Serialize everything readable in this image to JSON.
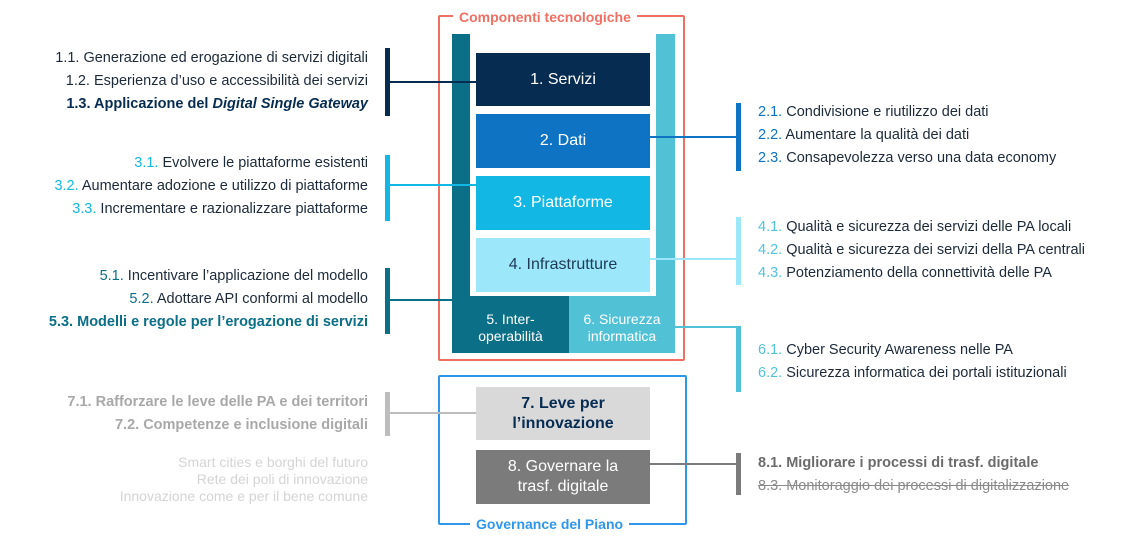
{
  "tech": {
    "title": "Componenti tecnologiche",
    "box1": "1. Servizi",
    "box2": "2. Dati",
    "box3": "3. Piattaforme",
    "box4": "4. Infrastrutture",
    "box5_l1": "5. Inter-",
    "box5_l2": "operabilità",
    "box6_l1": "6. Sicurezza",
    "box6_l2": "informatica"
  },
  "gov": {
    "title": "Governance del Piano",
    "box7_l1": "7. Leve per",
    "box7_l2": "l’innovazione",
    "box8_l1": "8. Governare la",
    "box8_l2": "trasf. digitale"
  },
  "g1": {
    "items": [
      {
        "num": "1.1.",
        "text": "Generazione ed erogazione di servizi digitali"
      },
      {
        "num": "1.2.",
        "text": "Esperienza d’uso e accessibilità dei servizi"
      }
    ],
    "bold_num": "1.3.",
    "bold_text": "Applicazione del",
    "bold_italic": "Digital Single Gateway"
  },
  "g2": {
    "items": [
      {
        "num": "2.1.",
        "text": "Condivisione e riutilizzo dei dati"
      },
      {
        "num": "2.2.",
        "text": "Aumentare la qualità dei dati"
      },
      {
        "num": "2.3.",
        "text": "Consapevolezza verso una data economy"
      }
    ]
  },
  "g3": {
    "items": [
      {
        "num": "3.1.",
        "text": "Evolvere le piattaforme esistenti"
      },
      {
        "num": "3.2.",
        "text": "Aumentare adozione e utilizzo di piattaforme"
      },
      {
        "num": "3.3.",
        "text": "Incrementare e razionalizzare piattaforme"
      }
    ]
  },
  "g4": {
    "items": [
      {
        "num": "4.1.",
        "text": "Qualità e sicurezza dei servizi delle PA locali"
      },
      {
        "num": "4.2.",
        "text": "Qualità e sicurezza dei servizi della PA centrali"
      },
      {
        "num": "4.3.",
        "text": "Potenziamento della connettività delle PA"
      }
    ]
  },
  "g5": {
    "items": [
      {
        "num": "5.1.",
        "text": "Incentivare l’applicazione del modello"
      },
      {
        "num": "5.2.",
        "text": "Adottare API conformi al modello"
      }
    ],
    "bold_num": "5.3.",
    "bold_text": "Modelli e regole per l’erogazione di servizi"
  },
  "g6": {
    "items": [
      {
        "num": "6.1.",
        "text": "Cyber Security Awareness nelle PA"
      },
      {
        "num": "6.2.",
        "text": "Sicurezza informatica dei portali istituzionali"
      }
    ]
  },
  "g7": {
    "items": [
      {
        "num": "7.1.",
        "text": "Rafforzare le leve delle PA e dei territori"
      },
      {
        "num": "7.2.",
        "text": "Competenze e inclusione digitali"
      }
    ],
    "faded": [
      "Smart cities e borghi del futuro",
      "Rete dei poli di innovazione",
      "Innovazione come e per il bene comune"
    ]
  },
  "g8": {
    "bold_num": "8.1.",
    "bold_text": "Migliorare i processi di trasf. digitale",
    "strike_num": "8.3.",
    "strike_text": "Monitoraggio dei processi di digitalizzazione"
  },
  "colors": {
    "tech_frame": "#ef7062",
    "gov_frame": "#2f97ea",
    "servizi": "#072c52",
    "dati": "#0f73c3",
    "piattaforme": "#13b7e3",
    "infrastrutture": "#9de7fb",
    "interoperabilita": "#0b6f87",
    "sicurezza": "#51c1d6",
    "leve": "#d9d9d9",
    "governare": "#7b7b7b"
  }
}
